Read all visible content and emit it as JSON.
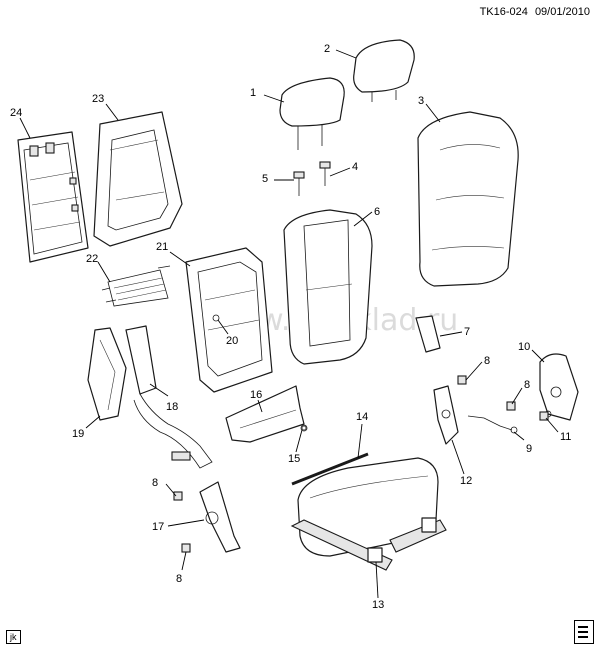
{
  "header": {
    "diagram_code": "TK16-024",
    "date": "09/01/2010"
  },
  "watermark": "www.gmsklad.ru",
  "footer": {
    "corner_tag": "jk"
  },
  "callouts": [
    "1",
    "2",
    "3",
    "4",
    "5",
    "6",
    "7",
    "8",
    "8",
    "8",
    "8",
    "9",
    "10",
    "11",
    "12",
    "13",
    "14",
    "15",
    "16",
    "17",
    "18",
    "19",
    "20",
    "21",
    "22",
    "23",
    "24"
  ]
}
